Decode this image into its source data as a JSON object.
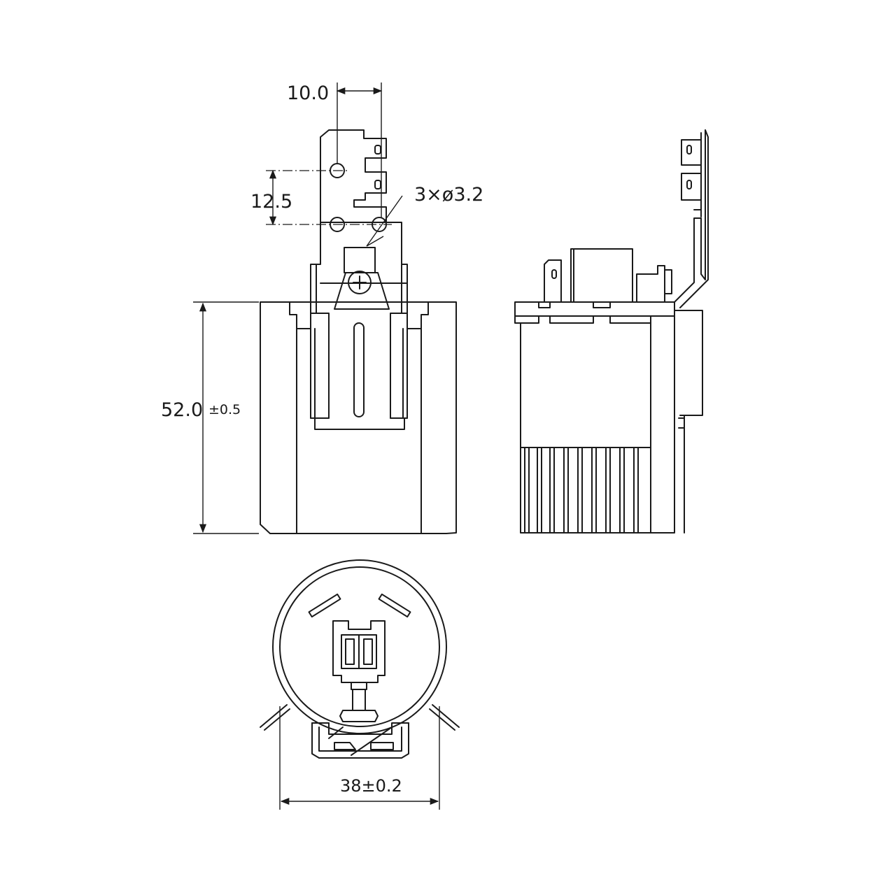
{
  "dimensions": {
    "pin_pitch": "10.0",
    "hole_pitch": "12.5",
    "holes": "3×ø3.2",
    "height": "52.0",
    "height_tol": "±0.5",
    "diameter": "38±0.2"
  }
}
